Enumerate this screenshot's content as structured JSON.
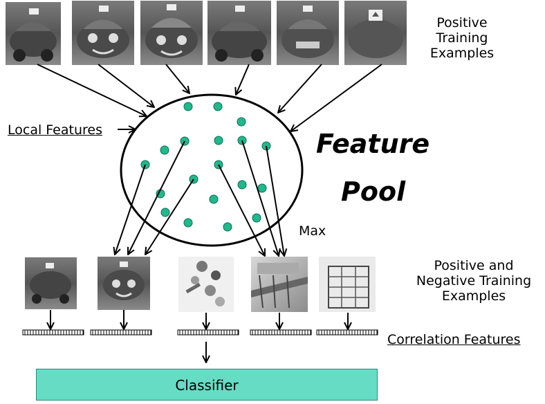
{
  "labels": {
    "positive_training_examples": "Positive\nTraining\nExamples",
    "local_features": "Local Features",
    "feature": "Feature",
    "pool": "Pool",
    "max": "Max",
    "positive_negative_examples": "Positive and\nNegative Training\nExamples",
    "correlation_features": "Correlation Features",
    "classifier": "Classifier"
  },
  "images": {
    "top_row": [
      "toy-car-side-view",
      "toy-car-face-front",
      "toy-car-face-front",
      "toy-car-side-view",
      "toy-car-rear-view",
      "toy-car-roof-view"
    ],
    "bottom_row": [
      "toy-car-side-view",
      "toy-car-face-front",
      "keys-and-coins",
      "construction-site",
      "building-frame"
    ]
  },
  "colors": {
    "feature_dot": "#20b88c",
    "classifier_fill": "#66dcc4"
  }
}
